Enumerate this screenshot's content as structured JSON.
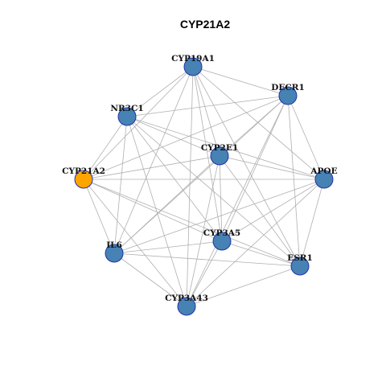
{
  "title": "CYP21A2",
  "colors": {
    "hub": "#ffa500",
    "node": "#4682b4",
    "node_border": "#2233aa",
    "edge": "#b0b0b0"
  },
  "nodes": [
    {
      "id": "CYP19A1",
      "label": "CYP19A1",
      "hub": false
    },
    {
      "id": "DECR1",
      "label": "DECR1",
      "hub": false
    },
    {
      "id": "NR3C1",
      "label": "NR3C1",
      "hub": false
    },
    {
      "id": "CYP2E1",
      "label": "CYP2E1",
      "hub": false
    },
    {
      "id": "CYP21A2",
      "label": "CYP21A2",
      "hub": true
    },
    {
      "id": "APOE",
      "label": "APOE",
      "hub": false
    },
    {
      "id": "CYP3A5",
      "label": "CYP3A5",
      "hub": false
    },
    {
      "id": "IL6",
      "label": "IL6",
      "hub": false
    },
    {
      "id": "ESR1",
      "label": "ESR1",
      "hub": false
    },
    {
      "id": "CYP3A43",
      "label": "CYP3A43",
      "hub": false
    }
  ],
  "edges": [
    [
      "CYP19A1",
      "DECR1"
    ],
    [
      "CYP19A1",
      "NR3C1"
    ],
    [
      "CYP19A1",
      "CYP2E1"
    ],
    [
      "CYP19A1",
      "CYP21A2"
    ],
    [
      "CYP19A1",
      "APOE"
    ],
    [
      "CYP19A1",
      "CYP3A5"
    ],
    [
      "CYP19A1",
      "IL6"
    ],
    [
      "CYP19A1",
      "ESR1"
    ],
    [
      "CYP19A1",
      "CYP3A43"
    ],
    [
      "DECR1",
      "NR3C1"
    ],
    [
      "DECR1",
      "CYP2E1"
    ],
    [
      "DECR1",
      "CYP21A2"
    ],
    [
      "DECR1",
      "APOE"
    ],
    [
      "DECR1",
      "CYP3A5"
    ],
    [
      "DECR1",
      "IL6"
    ],
    [
      "DECR1",
      "ESR1"
    ],
    [
      "DECR1",
      "CYP3A43"
    ],
    [
      "NR3C1",
      "CYP2E1"
    ],
    [
      "NR3C1",
      "CYP21A2"
    ],
    [
      "NR3C1",
      "APOE"
    ],
    [
      "NR3C1",
      "CYP3A5"
    ],
    [
      "NR3C1",
      "IL6"
    ],
    [
      "NR3C1",
      "ESR1"
    ],
    [
      "NR3C1",
      "CYP3A43"
    ],
    [
      "CYP2E1",
      "CYP21A2"
    ],
    [
      "CYP2E1",
      "APOE"
    ],
    [
      "CYP2E1",
      "CYP3A5"
    ],
    [
      "CYP2E1",
      "IL6"
    ],
    [
      "CYP2E1",
      "ESR1"
    ],
    [
      "CYP2E1",
      "CYP3A43"
    ],
    [
      "CYP21A2",
      "APOE"
    ],
    [
      "CYP21A2",
      "CYP3A5"
    ],
    [
      "CYP21A2",
      "IL6"
    ],
    [
      "CYP21A2",
      "ESR1"
    ],
    [
      "CYP21A2",
      "CYP3A43"
    ],
    [
      "APOE",
      "CYP3A5"
    ],
    [
      "APOE",
      "IL6"
    ],
    [
      "APOE",
      "ESR1"
    ],
    [
      "APOE",
      "CYP3A43"
    ],
    [
      "CYP3A5",
      "IL6"
    ],
    [
      "CYP3A5",
      "ESR1"
    ],
    [
      "CYP3A5",
      "CYP3A43"
    ],
    [
      "IL6",
      "ESR1"
    ],
    [
      "IL6",
      "CYP3A43"
    ],
    [
      "ESR1",
      "CYP3A43"
    ]
  ]
}
